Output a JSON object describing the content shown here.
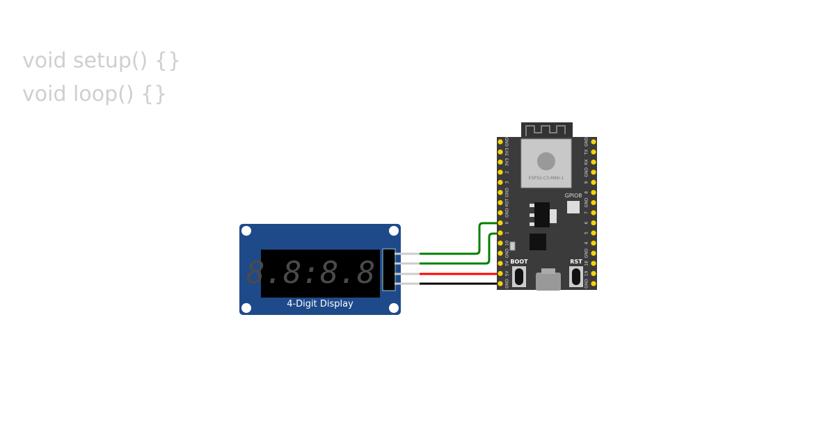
{
  "code": {
    "line1": "void setup() {}",
    "line2": "void loop() {}"
  },
  "display": {
    "label": "4-Digit Display",
    "digits": "8.8:8.8."
  },
  "board": {
    "module_label": "ESP32-C3-MINI-1",
    "led_label": "GPIO8",
    "boot_label": "BOOT",
    "rst_label": "RST",
    "left_pins": [
      "GND",
      "3V3",
      "3V3",
      "2",
      "3",
      "GND",
      "RST",
      "GND",
      "0",
      "1",
      "10",
      "GND",
      "5V",
      "5V",
      "GND"
    ],
    "right_pins": [
      "GND",
      "TX",
      "RX",
      "GND",
      "9",
      "8",
      "GND",
      "7",
      "6",
      "5",
      "4",
      "GND",
      "18",
      "19",
      "GND"
    ]
  },
  "colors": {
    "board_bg": "#1e4a8a",
    "esp_board": "#3a3a3a",
    "pin": "#f5d20c",
    "wire_green": "#008000",
    "wire_red": "#ff0000",
    "wire_black": "#000000"
  }
}
